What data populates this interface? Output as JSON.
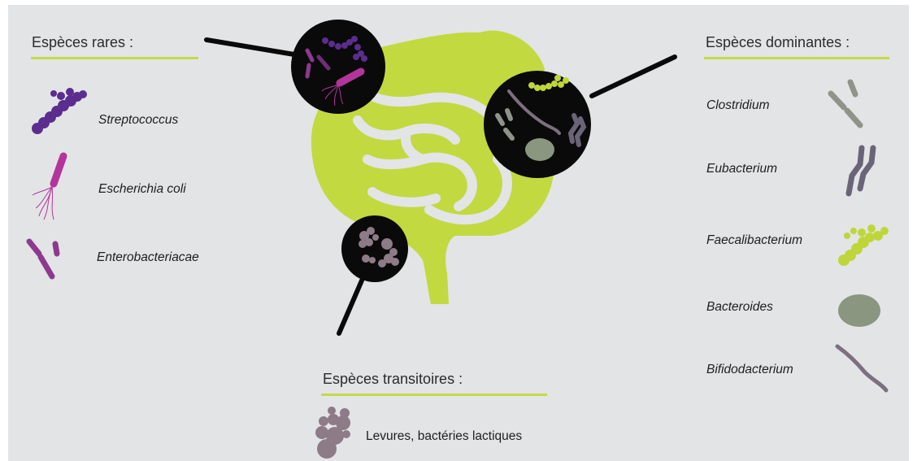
{
  "rare": {
    "heading": "Espèces rares :",
    "items": [
      "Streptococcus",
      "Escherichia coli",
      "Enterobacteriacae"
    ]
  },
  "dominant": {
    "heading": "Espèces dominantes :",
    "items": [
      "Clostridium",
      "Eubacterium",
      "Faecalibacterium",
      "Bacteroides",
      "Bifidodacterium"
    ]
  },
  "transit": {
    "heading": "Espèces transitoires :",
    "items": [
      "Levures, bactéries lactiques"
    ]
  },
  "colors": {
    "background": "#e3e4e6",
    "intestine": "#c2d940",
    "underline": "#c6d84a",
    "streptococcus": "#5b2d8e",
    "escherichia": "#b3349a",
    "enterobacteriacae": "#8d3a8e",
    "clostridium": "#8e9488",
    "eubacterium": "#6b6478",
    "faecalibacterium": "#bfd63a",
    "bacteroides": "#8a9680",
    "bifidobacterium": "#7d6f80",
    "yeast": "#8e7b88",
    "lens": "#0a0a0a"
  }
}
